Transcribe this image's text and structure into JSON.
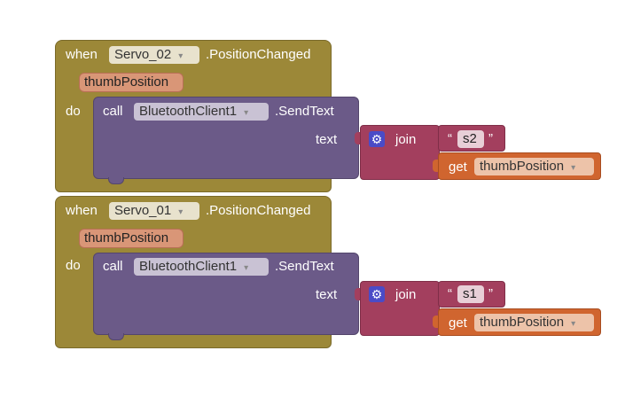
{
  "blocks": [
    {
      "when_label": "when",
      "component": "Servo_02",
      "event": ".PositionChanged",
      "param": "thumbPosition",
      "do_label": "do",
      "call_label": "call",
      "call_component": "BluetoothClient1",
      "method": ".SendText",
      "arg_label": "text",
      "join_label": "join",
      "string_value": "s2",
      "get_label": "get",
      "get_var": "thumbPosition"
    },
    {
      "when_label": "when",
      "component": "Servo_01",
      "event": ".PositionChanged",
      "param": "thumbPosition",
      "do_label": "do",
      "call_label": "call",
      "call_component": "BluetoothClient1",
      "method": ".SendText",
      "arg_label": "text",
      "join_label": "join",
      "string_value": "s1",
      "get_label": "get",
      "get_var": "thumbPosition"
    }
  ],
  "quote_open": "“",
  "quote_close": "”",
  "dropdown_icon": "▾",
  "gear_icon": "⚙",
  "colors": {
    "event": "#9c8838",
    "call": "#6b5a88",
    "join": "#a33f5e",
    "get": "#d0652f",
    "param": "#d99677"
  }
}
